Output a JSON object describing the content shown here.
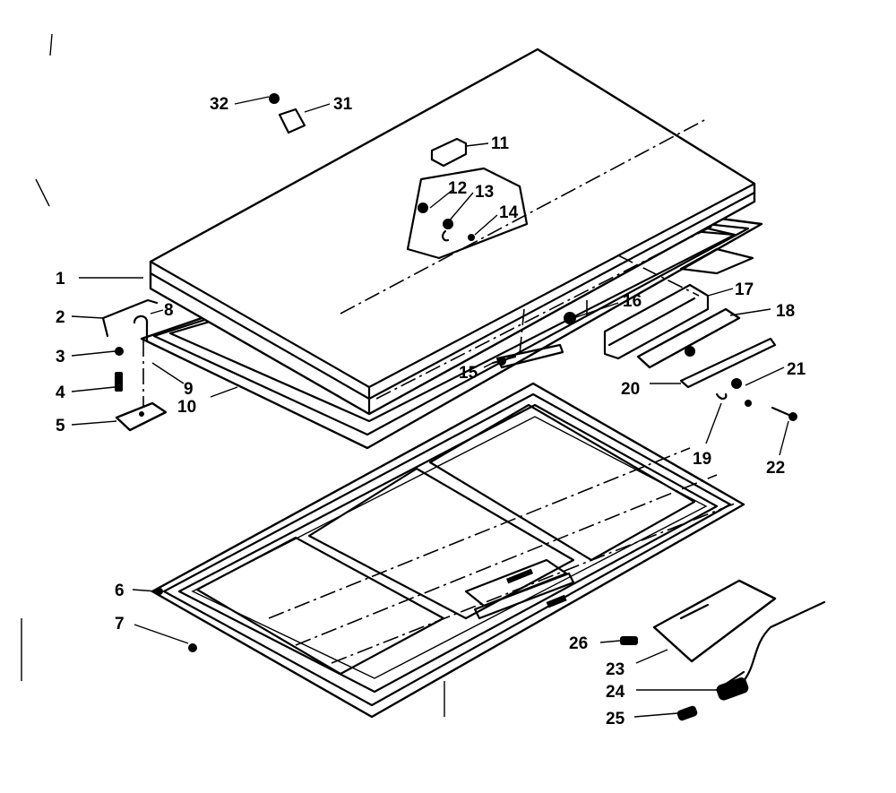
{
  "diagram": {
    "callouts": {
      "c1": "1",
      "c2": "2",
      "c3": "3",
      "c4": "4",
      "c5": "5",
      "c6": "6",
      "c7": "7",
      "c8": "8",
      "c9": "9",
      "c10": "10",
      "c11": "11",
      "c12": "12",
      "c13": "13",
      "c14": "14",
      "c15": "15",
      "c16": "16",
      "c17": "17",
      "c18": "18",
      "c19": "19",
      "c20": "20",
      "c21": "21",
      "c22": "22",
      "c23": "23",
      "c24": "24",
      "c25": "25",
      "c26": "26",
      "c31": "31",
      "c32": "32"
    }
  }
}
